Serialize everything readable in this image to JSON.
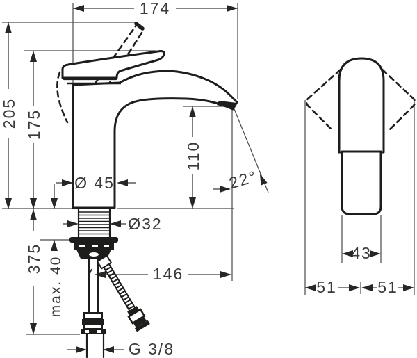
{
  "drawing_title": "Single-lever basin mixer — dimensional drawing",
  "units": "mm",
  "colors": {
    "outline": "#1d1d1b",
    "dimension": "#3a3a39",
    "background": "#ffffff"
  },
  "views": {
    "side": {
      "overall_depth": "174",
      "height_handle_raised": "205",
      "height_handle_closed": "175",
      "outlet_height": "110",
      "outlet_angle": "22°",
      "base_diameter": "Ø 45",
      "shank_diameter": "Ø32",
      "tip_to_supply": "146",
      "supply_length_below_deck": "375",
      "max_deck_thickness": "max. 40",
      "connection_thread": "G 3/8"
    },
    "front": {
      "body_width": "43",
      "handle_clearance_left": "51",
      "handle_clearance_right": "51"
    }
  }
}
